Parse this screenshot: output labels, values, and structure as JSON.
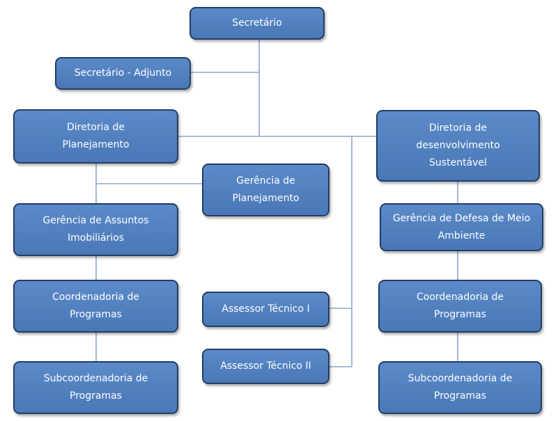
{
  "org_chart": {
    "nodes": {
      "secretario": "Secretário",
      "secretario_adjunto": "Secretário - Adjunto",
      "diretoria_planejamento": "Diretoria de Planejamento",
      "gerencia_planejamento": "Gerência de Planejamento",
      "gerencia_assuntos_imobiliarios": "Gerência de Assuntos Imobiliários",
      "coordenadoria_programas_left": "Coordenadoria de Programas",
      "subcoordenadoria_programas_left": "Subcoordenadoria de Programas",
      "assessor_tecnico_1": "Assessor Técnico I",
      "assessor_tecnico_2": "Assessor Técnico II",
      "diretoria_desenvolvimento": "Diretoria de desenvolvimento Sustentável",
      "gerencia_defesa_meio_ambiente": "Gerência de Defesa de Meio Ambiente",
      "coordenadoria_programas_right": "Coordenadoria de Programas",
      "subcoordenadoria_programas_right": "Subcoordenadoria de Programas"
    },
    "colors": {
      "box_fill": "#4f7fc0",
      "box_border": "#223d63",
      "connector": "#8aa7d0",
      "text": "#ffffff"
    }
  }
}
